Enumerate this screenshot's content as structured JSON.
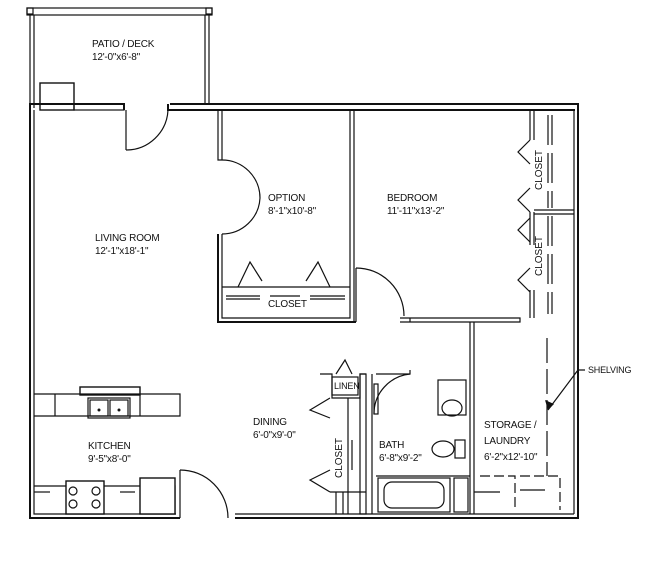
{
  "plan": {
    "rooms": [
      {
        "id": "patio",
        "name": "PATIO / DECK",
        "dims": "12'-0\"x6'-8\""
      },
      {
        "id": "living",
        "name": "LIVING ROOM",
        "dims": "12'-1\"x18'-1\""
      },
      {
        "id": "option",
        "name": "OPTION",
        "dims": "8'-1\"x10'-8\""
      },
      {
        "id": "bedroom",
        "name": "BEDROOM",
        "dims": "11'-11\"x13'-2\""
      },
      {
        "id": "kitchen",
        "name": "KITCHEN",
        "dims": "9'-5\"x8'-0\""
      },
      {
        "id": "dining",
        "name": "DINING",
        "dims": "6'-0\"x9'-0\""
      },
      {
        "id": "bath",
        "name": "BATH",
        "dims": "6'-8\"x9'-2\""
      },
      {
        "id": "storage",
        "name": "STORAGE /",
        "name2": "LAUNDRY",
        "dims": "6'-2\"x12'-10\""
      }
    ],
    "labels": {
      "closet": "CLOSET",
      "linen": "LINEN",
      "shelving": "SHELVING"
    }
  }
}
